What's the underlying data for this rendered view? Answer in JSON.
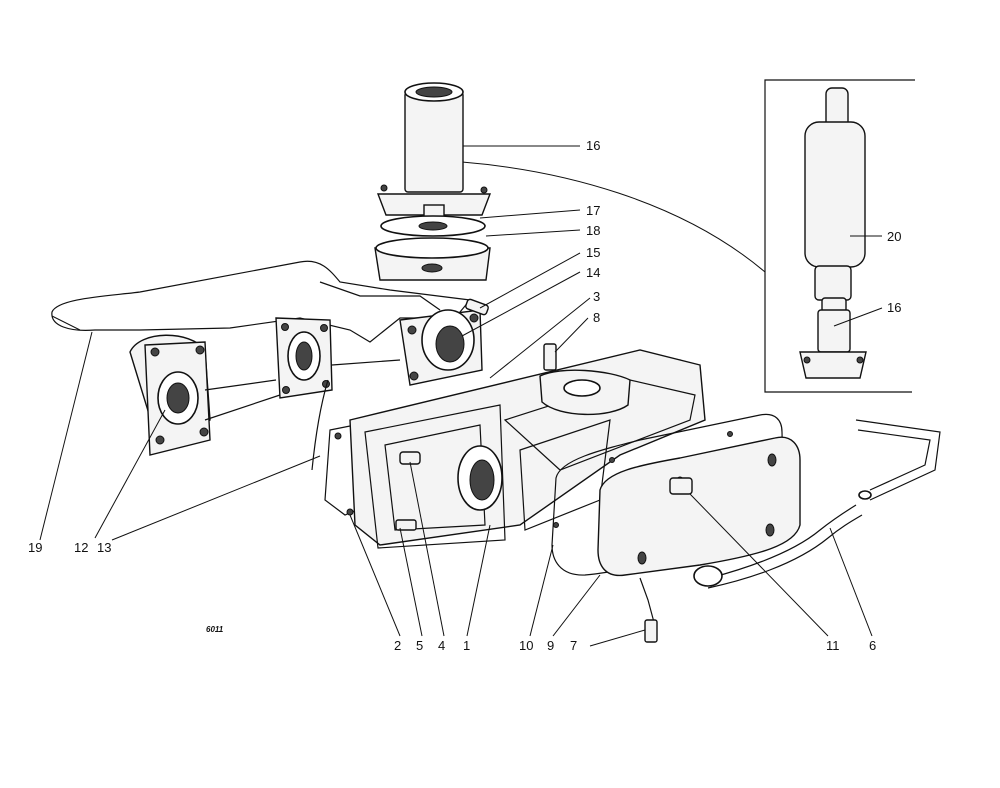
{
  "diagram_code": "6011",
  "callouts": {
    "p1": "1",
    "p2": "2",
    "p3": "3",
    "p4": "4",
    "p5": "5",
    "p6": "6",
    "p7": "7",
    "p8": "8",
    "p9": "9",
    "p10": "10",
    "p11": "11",
    "p12": "12",
    "p13": "13",
    "p14": "14",
    "p15": "15",
    "p16_main": "16",
    "p16_inset": "16",
    "p17": "17",
    "p18": "18",
    "p19": "19",
    "p20": "20"
  }
}
